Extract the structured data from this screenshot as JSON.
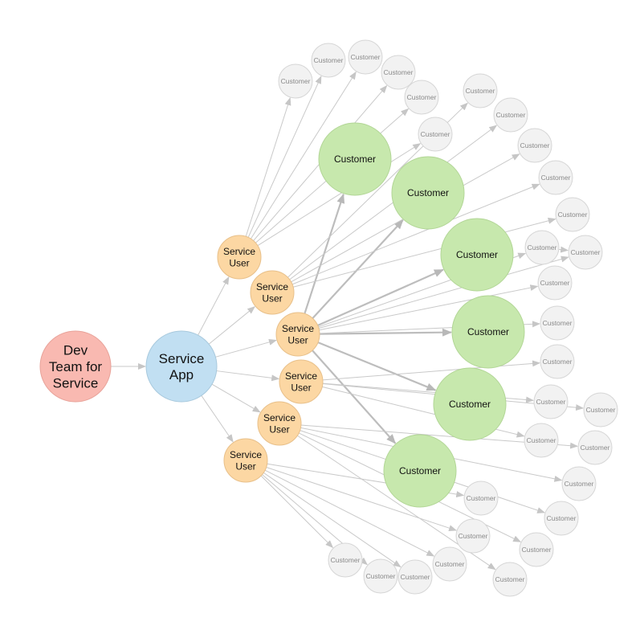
{
  "colors": {
    "dev": "#f9b9b1",
    "service_app": "#c1dff2",
    "service_user": "#fcd7a3",
    "customer_big": "#c7e8ad",
    "customer_small": "#f2f2f2",
    "edge": "#c9c9c9",
    "edge_strong": "#bdbdbd"
  },
  "labels": {
    "dev": [
      "Dev",
      "Team for",
      "Service"
    ],
    "service_app": [
      "Service",
      "App"
    ],
    "service_user": [
      "Service",
      "User"
    ],
    "customer": "Customer"
  },
  "nodes": [
    {
      "id": "dev",
      "kind": "dev"
    },
    {
      "id": "app",
      "kind": "service_app"
    },
    {
      "id": "su1",
      "kind": "service_user"
    },
    {
      "id": "su2",
      "kind": "service_user"
    },
    {
      "id": "su3",
      "kind": "service_user"
    },
    {
      "id": "su4",
      "kind": "service_user"
    },
    {
      "id": "su5",
      "kind": "service_user"
    },
    {
      "id": "su6",
      "kind": "service_user"
    },
    {
      "id": "cb1",
      "kind": "customer_big"
    },
    {
      "id": "cb2",
      "kind": "customer_big"
    },
    {
      "id": "cb3",
      "kind": "customer_big"
    },
    {
      "id": "cb4",
      "kind": "customer_big"
    },
    {
      "id": "cb5",
      "kind": "customer_big"
    },
    {
      "id": "cb6",
      "kind": "customer_big"
    },
    {
      "id": "c1",
      "kind": "customer_small"
    },
    {
      "id": "c2",
      "kind": "customer_small"
    },
    {
      "id": "c3",
      "kind": "customer_small"
    },
    {
      "id": "c4",
      "kind": "customer_small"
    },
    {
      "id": "c5",
      "kind": "customer_small"
    },
    {
      "id": "c6",
      "kind": "customer_small"
    },
    {
      "id": "c7",
      "kind": "customer_small"
    },
    {
      "id": "c8",
      "kind": "customer_small"
    },
    {
      "id": "c9",
      "kind": "customer_small"
    },
    {
      "id": "c10",
      "kind": "customer_small"
    },
    {
      "id": "c11",
      "kind": "customer_small"
    },
    {
      "id": "c12",
      "kind": "customer_small"
    },
    {
      "id": "c13",
      "kind": "customer_small"
    },
    {
      "id": "c14",
      "kind": "customer_small"
    },
    {
      "id": "c15",
      "kind": "customer_small"
    },
    {
      "id": "c16",
      "kind": "customer_small"
    },
    {
      "id": "c17",
      "kind": "customer_small"
    },
    {
      "id": "c18",
      "kind": "customer_small"
    },
    {
      "id": "c19",
      "kind": "customer_small"
    },
    {
      "id": "c20",
      "kind": "customer_small"
    },
    {
      "id": "c21",
      "kind": "customer_small"
    },
    {
      "id": "c22",
      "kind": "customer_small"
    },
    {
      "id": "c23",
      "kind": "customer_small"
    },
    {
      "id": "c24",
      "kind": "customer_small"
    },
    {
      "id": "c25",
      "kind": "customer_small"
    },
    {
      "id": "c26",
      "kind": "customer_small"
    },
    {
      "id": "c27",
      "kind": "customer_small"
    },
    {
      "id": "c28",
      "kind": "customer_small"
    },
    {
      "id": "c29",
      "kind": "customer_small"
    },
    {
      "id": "c30",
      "kind": "customer_small"
    }
  ],
  "edges": [
    [
      "dev",
      "app"
    ],
    [
      "app",
      "su1"
    ],
    [
      "app",
      "su2"
    ],
    [
      "app",
      "su3"
    ],
    [
      "app",
      "su4"
    ],
    [
      "app",
      "su5"
    ],
    [
      "app",
      "su6"
    ],
    [
      "su3",
      "cb1",
      "strong"
    ],
    [
      "su3",
      "cb2",
      "strong"
    ],
    [
      "su3",
      "cb3",
      "strong"
    ],
    [
      "su3",
      "cb4",
      "strong"
    ],
    [
      "su3",
      "cb5",
      "strong"
    ],
    [
      "su3",
      "cb6",
      "strong"
    ],
    [
      "su1",
      "c1"
    ],
    [
      "su1",
      "c2"
    ],
    [
      "su1",
      "c3"
    ],
    [
      "su1",
      "c4"
    ],
    [
      "su1",
      "c5"
    ],
    [
      "su1",
      "c6"
    ],
    [
      "su2",
      "c7"
    ],
    [
      "su2",
      "c8"
    ],
    [
      "su2",
      "c9"
    ],
    [
      "su2",
      "c10"
    ],
    [
      "su2",
      "c11"
    ],
    [
      "su3",
      "c12"
    ],
    [
      "su3",
      "c13"
    ],
    [
      "su3",
      "c14"
    ],
    [
      "su3",
      "c15"
    ],
    [
      "su4",
      "c16"
    ],
    [
      "su4",
      "c17"
    ],
    [
      "su4",
      "c18"
    ],
    [
      "su4",
      "c19"
    ],
    [
      "su5",
      "c20"
    ],
    [
      "su5",
      "c21"
    ],
    [
      "su5",
      "c22"
    ],
    [
      "su5",
      "c23"
    ],
    [
      "su5",
      "c24"
    ],
    [
      "su6",
      "c25"
    ],
    [
      "su6",
      "c26"
    ],
    [
      "su6",
      "c27"
    ],
    [
      "su6",
      "c28"
    ],
    [
      "su6",
      "c29"
    ],
    [
      "su6",
      "c30"
    ],
    [
      "c12",
      "c13"
    ]
  ]
}
